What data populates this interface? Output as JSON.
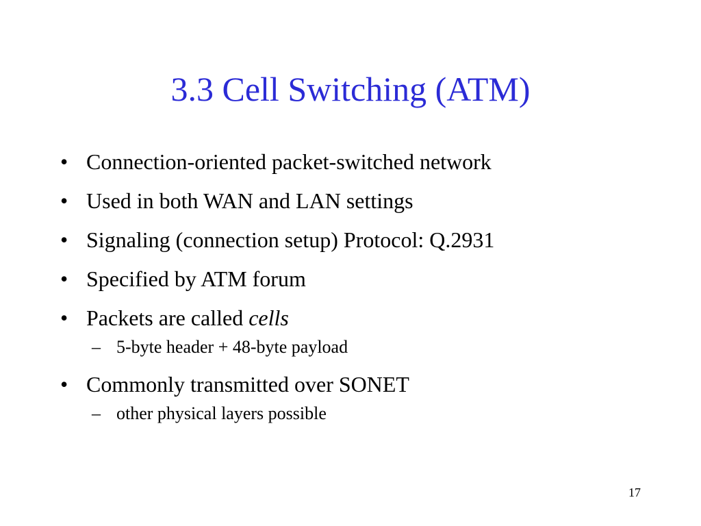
{
  "slide": {
    "title": "3.3 Cell Switching (ATM)",
    "bullet_mark": "•",
    "sub_mark": "–",
    "bullets": [
      {
        "text": "Connection-oriented packet-switched network"
      },
      {
        "text": "Used in both WAN and LAN settings"
      },
      {
        "text": "Signaling (connection setup) Protocol: Q.2931"
      },
      {
        "text": "Specified by ATM forum"
      },
      {
        "text": "Packets are called ",
        "emphasis": "cells",
        "sub": "5-byte header + 48-byte payload"
      },
      {
        "text": "Commonly transmitted over SONET",
        "sub": "other physical layers possible"
      }
    ],
    "page_number": "17"
  },
  "colors": {
    "title": "#2b2bd6",
    "text": "#000000",
    "background": "#ffffff"
  }
}
